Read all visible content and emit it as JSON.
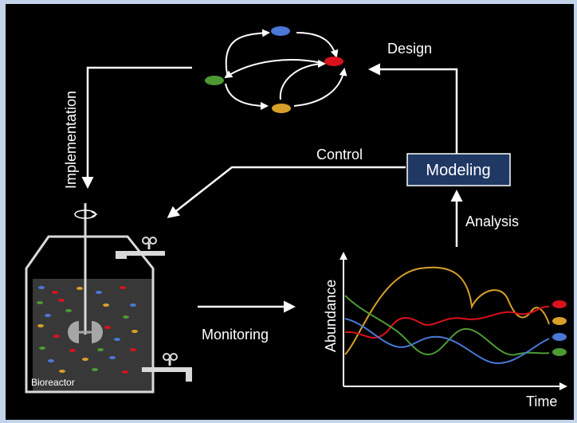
{
  "labels": {
    "design": "Design",
    "implementation": "Implementation",
    "control": "Control",
    "modeling": "Modeling",
    "analysis": "Analysis",
    "monitoring": "Monitoring",
    "bioreactor": "Bioreactor",
    "abundance": "Abundance",
    "time": "Time"
  },
  "colors": {
    "background": "#000000",
    "frame": "#c3d3ea",
    "modeling_box": "#1f3864",
    "blue": "#4a78d6",
    "red": "#d9121b",
    "green": "#4d9a34",
    "yellow": "#d8a02a",
    "liquid": "#383838"
  },
  "icons": [
    "rotation-icon",
    "valve-icon",
    "impeller-icon"
  ]
}
